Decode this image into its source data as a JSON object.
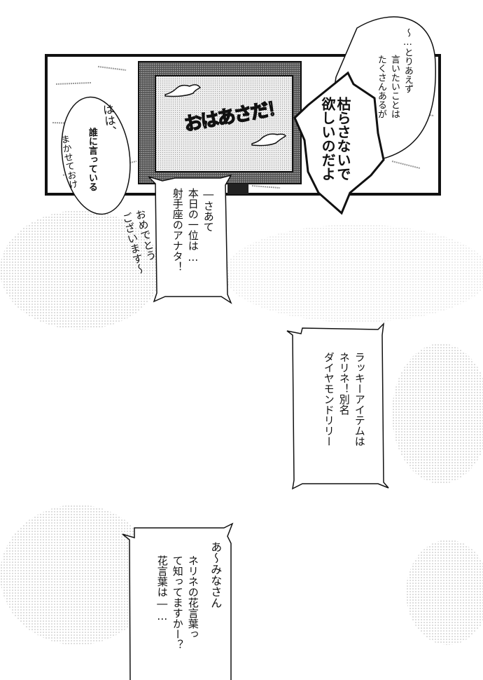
{
  "tv_logo": "おはあさだ！",
  "bubbles": {
    "reply_left": {
      "line1": "はは、",
      "line2": "誰に言っている",
      "handwritten": "まかせておけ"
    },
    "thought_right": {
      "line1": "～…とりあえず",
      "line2": "言いたいことは",
      "line3": "たくさんあるが"
    },
    "bold_right": {
      "line1": "枯らさないで",
      "line2": "欲しいのだよ"
    }
  },
  "captions": {
    "horoscope": {
      "line1": "―さあて",
      "line2": "本日の一位は…",
      "line3": "射手座のアナタ！",
      "handwritten": "おめでとう\nございます～"
    },
    "lucky_item": {
      "line1": "ラッキーアイテムは",
      "line2": "ネリネ！別名",
      "line3": "ダイヤモンドリリー"
    },
    "flower_language": {
      "line1": "あ～みなさん",
      "line2": "ネリネの花言葉っ",
      "line3": "て知ってますかー？",
      "line4": "花言葉は―…"
    }
  }
}
